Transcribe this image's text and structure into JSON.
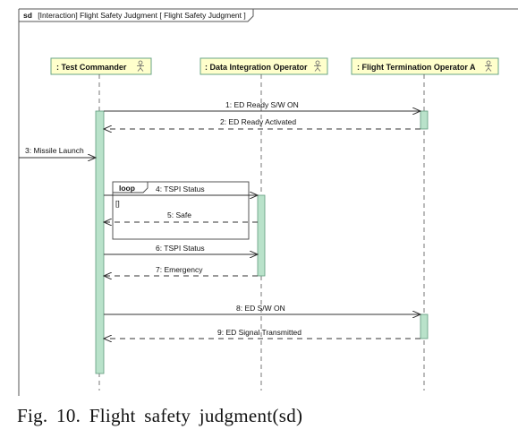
{
  "frame": {
    "tag": "sd",
    "title": "[Interaction] Flight Safety Judgment [ Flight Safety Judgment ]"
  },
  "lifelines": [
    {
      "id": "tc",
      "label": ": Test Commander"
    },
    {
      "id": "dio",
      "label": ": Data Integration Operator"
    },
    {
      "id": "fto",
      "label": ": Flight Termination Operator A"
    }
  ],
  "messages": [
    {
      "id": "m1",
      "label": "1: ED Ready S/W ON",
      "from": "tc",
      "to": "fto",
      "kind": "sync"
    },
    {
      "id": "m2",
      "label": "2: ED Ready Activated",
      "from": "fto",
      "to": "tc",
      "kind": "reply"
    },
    {
      "id": "m3",
      "label": "3: Missile Launch",
      "from": "external",
      "to": "tc",
      "kind": "sync"
    },
    {
      "id": "m4",
      "label": "4: TSPI Status",
      "from": "tc",
      "to": "dio",
      "kind": "sync"
    },
    {
      "id": "m5",
      "label": "5: Safe",
      "from": "dio",
      "to": "tc",
      "kind": "reply"
    },
    {
      "id": "m6",
      "label": "6: TSPI Status",
      "from": "tc",
      "to": "dio",
      "kind": "sync"
    },
    {
      "id": "m7",
      "label": "7: Emergency",
      "from": "dio",
      "to": "tc",
      "kind": "reply"
    },
    {
      "id": "m8",
      "label": "8: ED S/W ON",
      "from": "tc",
      "to": "fto",
      "kind": "sync"
    },
    {
      "id": "m9",
      "label": "9: ED Signal Transmitted",
      "from": "fto",
      "to": "tc",
      "kind": "reply"
    }
  ],
  "fragment": {
    "operator": "loop",
    "guard": "[]",
    "covers": [
      "m4",
      "m5"
    ]
  },
  "caption": "Fig. 10. Flight safety judgment(sd)",
  "colors": {
    "lifeline_fill": "#ffffcc",
    "lifeline_border": "#6aa586",
    "activation_fill": "#b9e2ca",
    "activation_border": "#5f9a7c",
    "line": "#333333",
    "frame": "#555555"
  }
}
